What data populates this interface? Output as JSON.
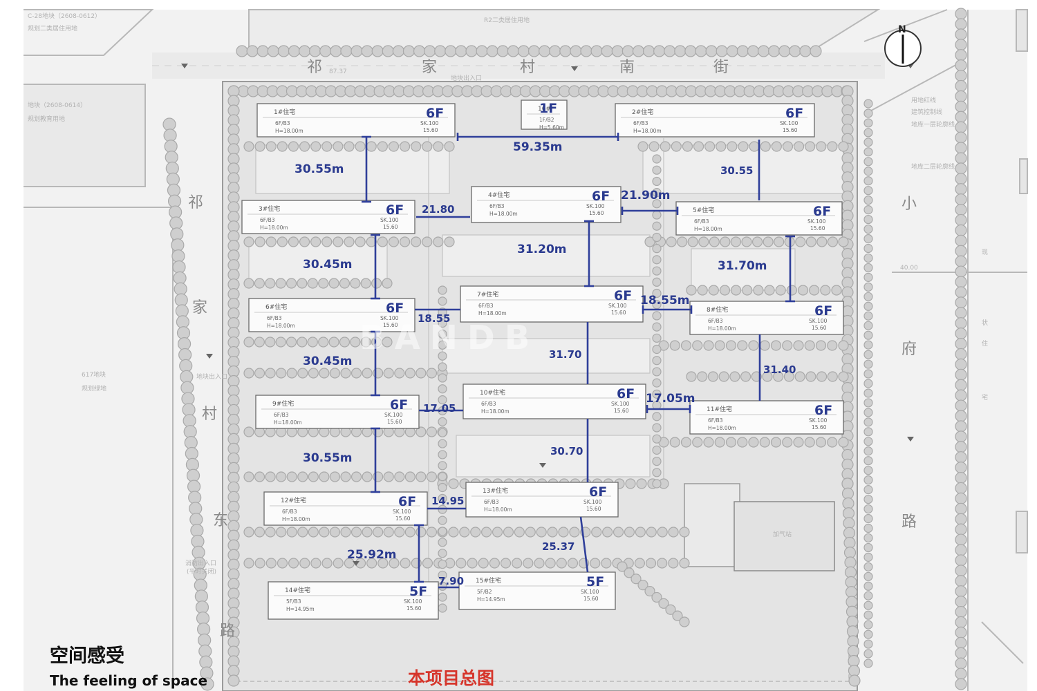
{
  "roads": {
    "north": [
      "祁",
      "家",
      "村",
      "南",
      "街"
    ],
    "west": [
      "祁",
      "家",
      "村",
      "东",
      "路"
    ],
    "east": [
      "小",
      "府",
      "路"
    ]
  },
  "site_labels": {
    "parcel_nw_code": "C-28地块（2608-0612）",
    "parcel_nw_use": "规划二类居住用地",
    "parcel_w_code": "地块（2608-0614）",
    "parcel_w_use": "规划教育用地",
    "parcel_sw_code": "617地块",
    "parcel_sw_use": "规划绿地",
    "parcel_n_use": "R2二类居住用地",
    "entrance_north": "地块出入口",
    "entrance_west": "地块出入口",
    "entrance_sw": "消防出入口",
    "entrance_sw_note": "(平时关闭)",
    "legend_red_line": "用地红线",
    "legend_build_line": "建筑控制线",
    "legend_ug1": "地库一层轮廓线",
    "legend_ug2": "地库二层轮廓线",
    "road_width": "40.00",
    "north_side_dim": "87.37",
    "gas_station": "加气站",
    "east_note_1": "现",
    "east_note_2": "状",
    "east_note_3": "住",
    "east_note_4": "宅",
    "north_arrow": "N"
  },
  "buildings": [
    {
      "name": "1#住宅",
      "floors": "6F",
      "sub": "6F/B3",
      "height": "H=18.00m",
      "area1": "SK.100",
      "area2": "15.60"
    },
    {
      "name": "16#",
      "floors": "1F",
      "sub": "1F/B2",
      "height": "H=5.60m",
      "area1": "",
      "area2": ""
    },
    {
      "name": "2#住宅",
      "floors": "6F",
      "sub": "6F/B3",
      "height": "H=18.00m",
      "area1": "SK.100",
      "area2": "15.60"
    },
    {
      "name": "3#住宅",
      "floors": "6F",
      "sub": "6F/B3",
      "height": "H=18.00m",
      "area1": "SK.100",
      "area2": "15.60"
    },
    {
      "name": "4#住宅",
      "floors": "6F",
      "sub": "6F/B3",
      "height": "H=18.00m",
      "area1": "SK.100",
      "area2": "15.60"
    },
    {
      "name": "5#住宅",
      "floors": "6F",
      "sub": "6F/B3",
      "height": "H=18.00m",
      "area1": "SK.100",
      "area2": "15.60"
    },
    {
      "name": "6#住宅",
      "floors": "6F",
      "sub": "6F/B3",
      "height": "H=18.00m",
      "area1": "SK.100",
      "area2": "15.60"
    },
    {
      "name": "7#住宅",
      "floors": "6F",
      "sub": "6F/B3",
      "height": "H=18.00m",
      "area1": "SK.100",
      "area2": "15.60"
    },
    {
      "name": "8#住宅",
      "floors": "6F",
      "sub": "6F/B3",
      "height": "H=18.00m",
      "area1": "SK.100",
      "area2": "15.60"
    },
    {
      "name": "9#住宅",
      "floors": "6F",
      "sub": "6F/B3",
      "height": "H=18.00m",
      "area1": "SK.100",
      "area2": "15.60"
    },
    {
      "name": "10#住宅",
      "floors": "6F",
      "sub": "6F/B3",
      "height": "H=18.00m",
      "area1": "SK.100",
      "area2": "15.60"
    },
    {
      "name": "11#住宅",
      "floors": "6F",
      "sub": "6F/B3",
      "height": "H=18.00m",
      "area1": "SK.100",
      "area2": "15.60"
    },
    {
      "name": "12#住宅",
      "floors": "6F",
      "sub": "6F/B3",
      "height": "H=18.00m",
      "area1": "SK.100",
      "area2": "15.60"
    },
    {
      "name": "13#住宅",
      "floors": "6F",
      "sub": "6F/B3",
      "height": "H=18.00m",
      "area1": "SK.100",
      "area2": "15.60"
    },
    {
      "name": "14#住宅",
      "floors": "5F",
      "sub": "5F/B3",
      "height": "H=14.95m",
      "area1": "SK.100",
      "area2": "15.60"
    },
    {
      "name": "15#住宅",
      "floors": "5F",
      "sub": "5F/B2",
      "height": "H=14.95m",
      "area1": "SK.100",
      "area2": "15.60"
    }
  ],
  "spacings": [
    "59.35m",
    "30.55m",
    "30.55",
    "21.80",
    "21.90m",
    "31.20m",
    "30.45m",
    "31.70m",
    "18.55m",
    "18.55",
    "30.45m",
    "31.70",
    "31.40",
    "17.05",
    "17.05m",
    "30.55m",
    "30.70",
    "14.95",
    "25.92m",
    "25.37",
    "7.90"
  ],
  "legend": {
    "title_zh": "空间感受",
    "title_en": "The feeling of space"
  },
  "caption": "本项目总图",
  "watermark": "BANDB"
}
